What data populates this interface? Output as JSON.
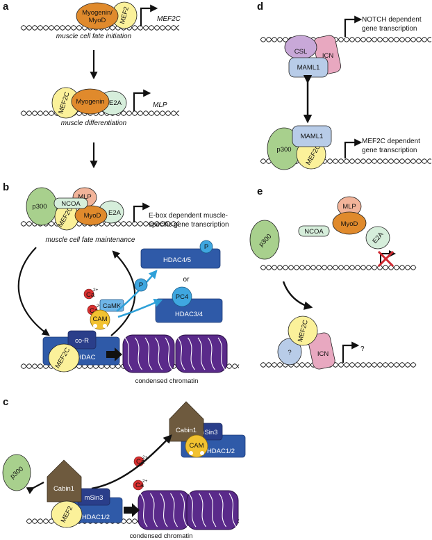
{
  "panels": {
    "a": {
      "letter": "a",
      "top": {
        "myogenin_myod": [
          "Myogenin/",
          "MyoD"
        ],
        "mef2": "MEF2",
        "gene": "MEF2C",
        "caption": "muscle cell fate initiation"
      },
      "bottom": {
        "mef2c": "MEF2C",
        "myogenin": "Myogenin",
        "e2a": "E2A",
        "gene": "MLP",
        "caption": "muscle differentiation"
      }
    },
    "b": {
      "letter": "b",
      "top": {
        "p300": "p300",
        "mlp": "MLP",
        "ncoa": "NCOA",
        "mef2c": "MEF2C",
        "myod": "MyoD",
        "e2a": "E2A",
        "target": [
          "E-box dependent muscle-",
          "specific gene transcription"
        ],
        "caption": "muscle cell fate maintenance"
      },
      "signaling": {
        "ca": "Ca",
        "ca_charge": "2+",
        "camk": "CaMK",
        "cam": "CAM",
        "p": "P",
        "hdac45": "HDAC4/5",
        "or": "or",
        "pc4": "PC4",
        "hdac34": "HDAC3/4"
      },
      "bottom": {
        "cor": "co-R",
        "hdac": "HDAC",
        "mef2c": "MEF2C",
        "chromatin": "condensed chromatin"
      }
    },
    "c": {
      "letter": "c",
      "upper": {
        "cabin1": "Cabin1",
        "msin3": "mSin3",
        "cam": "CAM",
        "hdac12": "HDAC1/2",
        "ca": "Ca",
        "ca_charge": "2+"
      },
      "lower": {
        "p300": "p300",
        "cabin1": "Cabin1",
        "msin3": "mSin3",
        "mef2": "MEF2",
        "hdac12": "HDAC1/2",
        "chromatin": "condensed chromatin"
      }
    },
    "d": {
      "letter": "d",
      "top": {
        "csl": "CSL",
        "icn": "ICN",
        "maml1": "MAML1",
        "target": [
          "NOTCH dependent",
          "gene transcription"
        ]
      },
      "bottom": {
        "maml1": "MAML1",
        "p300": "p300",
        "mef2c": "MEF2C",
        "target": [
          "MEF2C dependent",
          "gene transcription"
        ]
      }
    },
    "e": {
      "letter": "e",
      "top": {
        "mlp": "MLP",
        "ncoa": "NCOA",
        "myod": "MyoD",
        "e2a": "E2A",
        "p300": "p300"
      },
      "bottom": {
        "mef2c": "MEF2C",
        "unknown": "?",
        "icn": "ICN",
        "target": "?"
      }
    }
  },
  "colors": {
    "myogenin": "#e08a2c",
    "mef2": "#fbf19a",
    "e2a": "#d6eedb",
    "p300": "#a8d08d",
    "mlp": "#f2b49a",
    "ncoa": "#d6eedb",
    "hdac": "#2f5aa8",
    "cam": "#f2c230",
    "ca": "#d93030",
    "camk": "#6fb6e8",
    "p": "#3fa7e0",
    "chromatin": "#5a2a8a",
    "cabin1": "#6e5a3e",
    "csl": "#c8a8d8",
    "icn": "#e8a8c0",
    "maml1": "#b8cce8",
    "unknown": "#b8cce8",
    "arrow_blue": "#2ea0d8",
    "cross": "#d02830"
  }
}
